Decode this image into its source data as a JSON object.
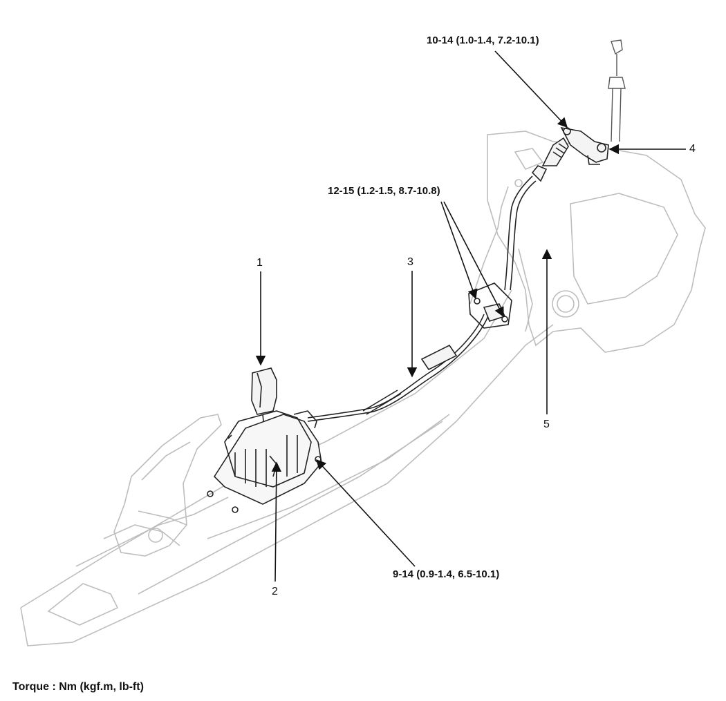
{
  "callouts": {
    "c1": "1",
    "c2": "2",
    "c3": "3",
    "c4": "4",
    "c5": "5"
  },
  "torques": {
    "t_bracket": "10-14 (1.0-1.4, 7.2-10.1)",
    "t_cable_plate": "12-15 (1.2-1.5, 8.7-10.8)",
    "t_lever_base": "9-14 (0.9-1.4, 6.5-10.1)"
  },
  "footer": {
    "torque_units": "Torque : Nm (kgf.m, lb-ft)"
  }
}
